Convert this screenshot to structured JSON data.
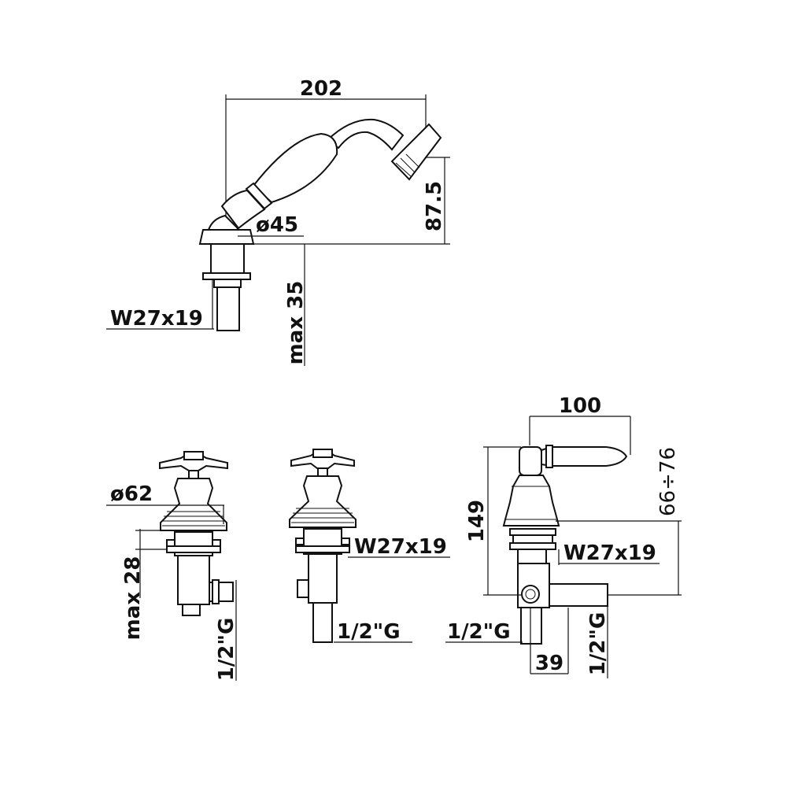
{
  "diagram": {
    "shower": {
      "dim_width": "202",
      "dim_height": "87.5",
      "dim_diameter": "ø45",
      "dim_thread": "W27x19",
      "dim_max": "max 35"
    },
    "valve_left": {
      "dim_diameter": "ø62",
      "dim_max": "max 28",
      "dim_inlet": "1/2\"G"
    },
    "valve_middle": {
      "dim_thread": "W27x19",
      "dim_inlet": "1/2\"G"
    },
    "spout": {
      "dim_width": "100",
      "dim_height": "149",
      "dim_range": "66÷76",
      "dim_thread": "W27x19",
      "dim_inlet_left": "1/2\"G",
      "dim_offset": "39",
      "dim_inlet_vertical": "1/2\"G"
    }
  }
}
